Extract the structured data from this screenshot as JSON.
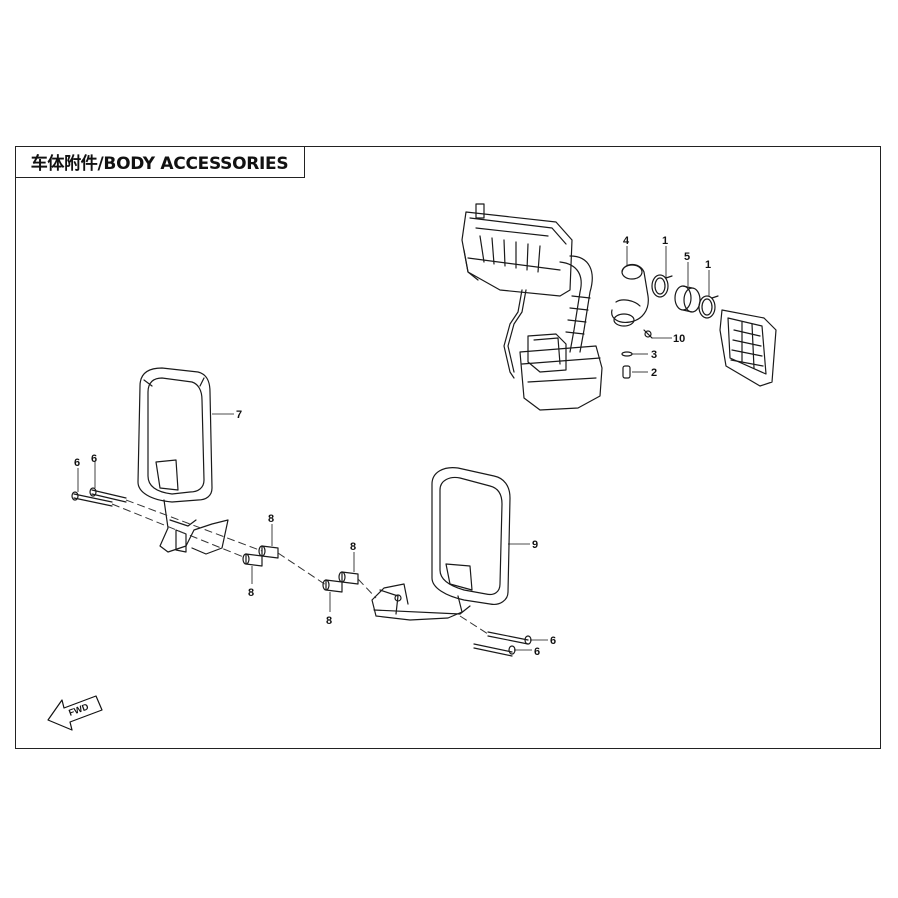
{
  "title": "车体附件/BODY ACCESSORIES",
  "fwd_label": "FWD",
  "callouts": [
    {
      "id": "c4",
      "label": "4"
    },
    {
      "id": "c1a",
      "label": "1"
    },
    {
      "id": "c5",
      "label": "5"
    },
    {
      "id": "c1b",
      "label": "1"
    },
    {
      "id": "c10",
      "label": "10"
    },
    {
      "id": "c3",
      "label": "3"
    },
    {
      "id": "c2",
      "label": "2"
    },
    {
      "id": "c7",
      "label": "7"
    },
    {
      "id": "c6a",
      "label": "6"
    },
    {
      "id": "c6b",
      "label": "6"
    },
    {
      "id": "c8a",
      "label": "8"
    },
    {
      "id": "c8b",
      "label": "8"
    },
    {
      "id": "c8c",
      "label": "8"
    },
    {
      "id": "c8d",
      "label": "8"
    },
    {
      "id": "c9",
      "label": "9"
    },
    {
      "id": "c6c",
      "label": "6"
    },
    {
      "id": "c6d",
      "label": "6"
    }
  ]
}
